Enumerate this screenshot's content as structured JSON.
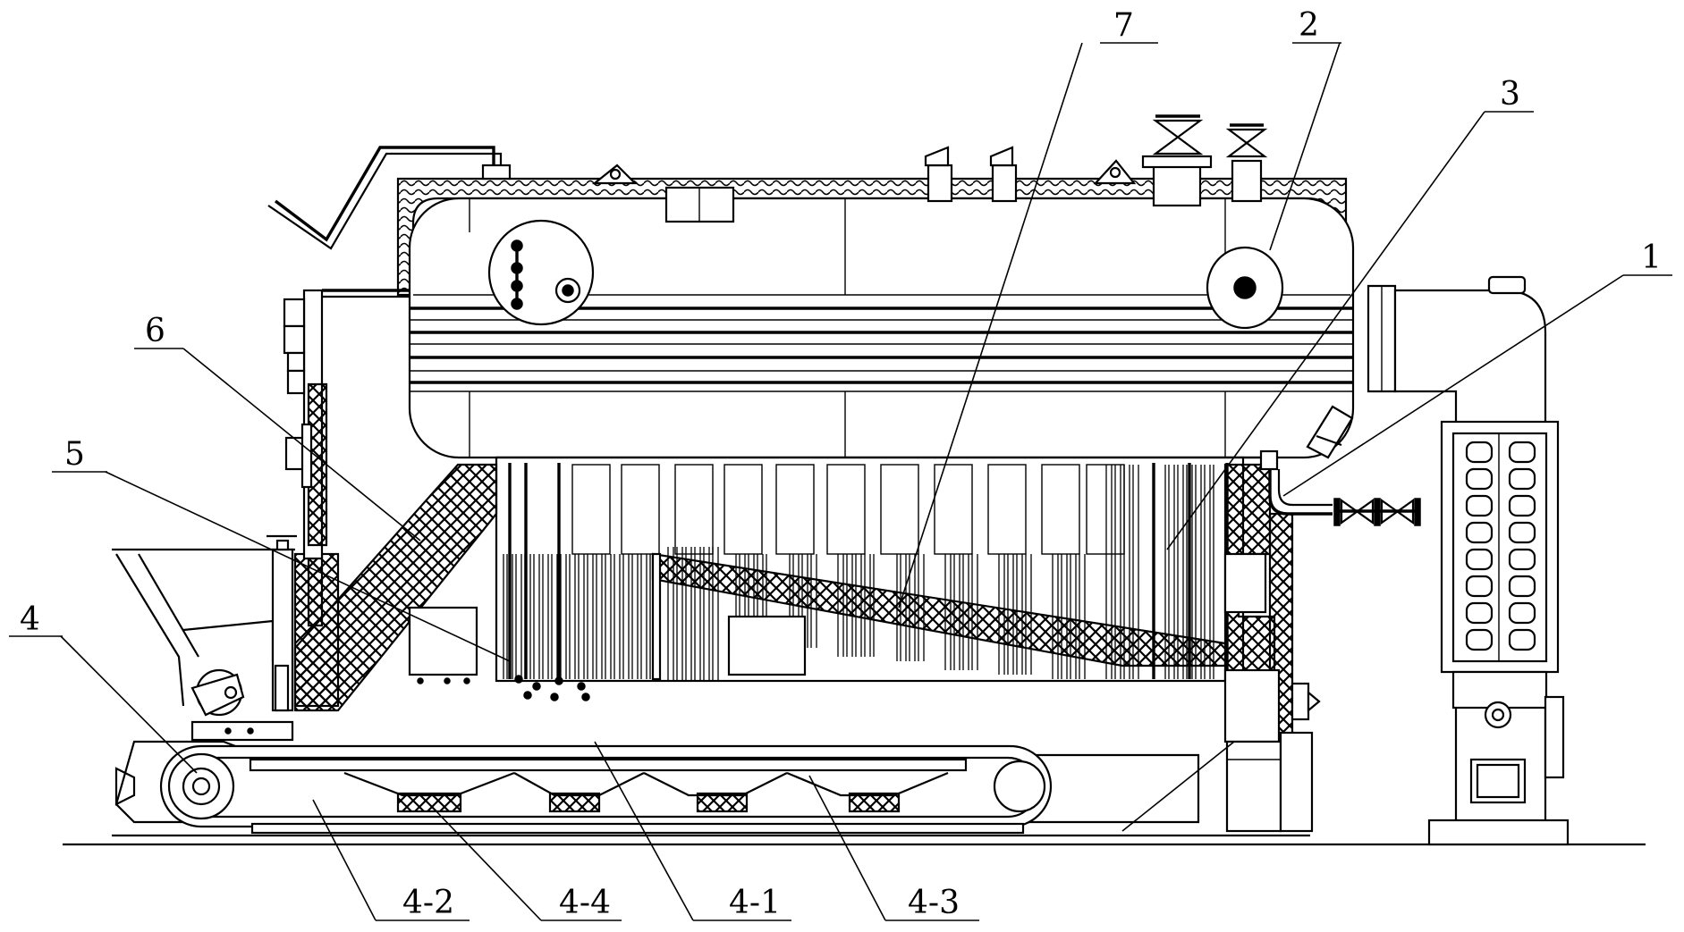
{
  "labels": {
    "l1": "1",
    "l2": "2",
    "l3": "3",
    "l4": "4",
    "l5": "5",
    "l6": "6",
    "l7": "7",
    "l4_1": "4-1",
    "l4_2": "4-2",
    "l4_3": "4-3",
    "l4_4": "4-4"
  },
  "colors": {
    "line": "#000000",
    "background": "#ffffff"
  }
}
